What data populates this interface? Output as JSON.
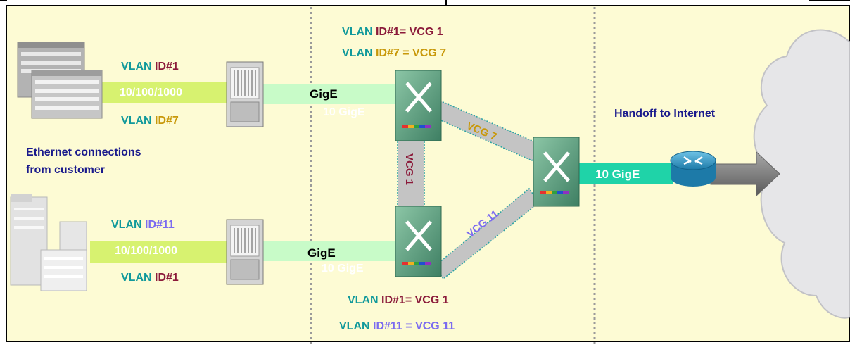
{
  "colors": {
    "background": "#fdfbd4",
    "frame": "#000000",
    "divider": "#9a9a9a",
    "link_green_light": "#c8fbc8",
    "link_yellow_green": "#d7f270",
    "link_teal": "#1fd3a8",
    "vcg_link_gray": "#c4c4c4",
    "switch_green": "#5c9f80",
    "text_navy": "#1a1a8c",
    "text_teal": "#11999b",
    "text_wine": "#8b1a3a",
    "text_gold": "#c8980a",
    "text_purple": "#7b6bf0",
    "cloud": "#e6e6e8",
    "router_blue": "#2b9ac8"
  },
  "icons": [
    "office-building-icon",
    "office-tower-icon",
    "customer-access-device-icon",
    "ethernet-switch-icon",
    "router-icon",
    "internet-cloud-icon",
    "handoff-arrow-icon"
  ],
  "customer_top": {
    "vlan_upper": {
      "prefix": "VLAN",
      "id": "ID#1"
    },
    "link_speed": "10/100/1000",
    "vlan_lower": {
      "prefix": "VLAN",
      "id": "ID#7"
    }
  },
  "customer_bottom": {
    "vlan_upper": {
      "prefix": "VLAN",
      "id": "ID#11"
    },
    "link_speed": "10/100/1000",
    "vlan_lower": {
      "prefix": "VLAN",
      "id": "ID#1"
    }
  },
  "ethernet_note": {
    "line1": "Ethernet connections",
    "line2": "from customer"
  },
  "uplinks": {
    "top_label": "GigE",
    "top_ghost_label": "10 GigE",
    "bottom_label": "GigE",
    "bottom_ghost_label": "10 GigE"
  },
  "mapping_top": [
    {
      "prefix": "VLAN",
      "id": "ID#1",
      "suffix": "= VCG 1"
    },
    {
      "prefix": "VLAN",
      "id": "ID#7",
      "suffix": "= VCG 7"
    }
  ],
  "mapping_bottom": [
    {
      "prefix": "VLAN",
      "id": "ID#1",
      "suffix": "= VCG 1"
    },
    {
      "prefix": "VLAN",
      "id": "ID#11",
      "suffix": "= VCG 11"
    }
  ],
  "vcg_links": {
    "vcg7": "VCG 7",
    "vcg1": "VCG 1",
    "vcg11": "VCG 11"
  },
  "handoff": {
    "title": "Handoff to Internet",
    "link_label": "10 GigE"
  }
}
